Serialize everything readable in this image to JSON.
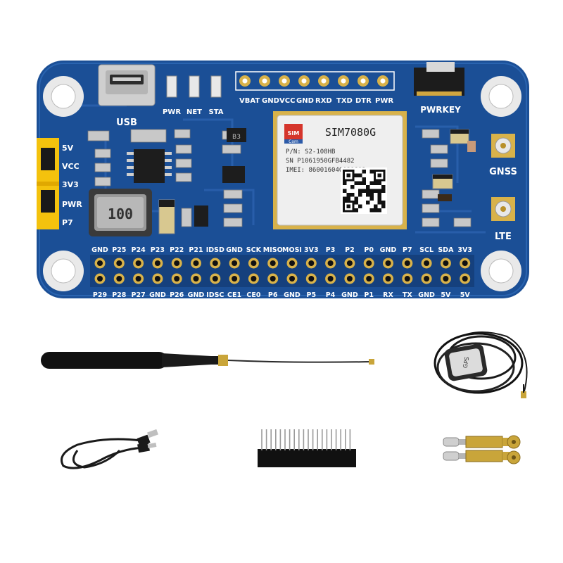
{
  "board": {
    "top_labels": {
      "usb": "USB",
      "pwr": "PWR",
      "net": "NET",
      "sta": "STA",
      "vbat": "VBAT",
      "gnd1": "GND",
      "vcc": "VCC",
      "gnd2": "GND",
      "rxd": "RXD",
      "txd": "TXD",
      "dtr": "DTR",
      "pwr2": "PWR",
      "pwrkey": "PWRKEY"
    },
    "jumper_labels": [
      "5V",
      "VCC",
      "3V3",
      "PWR",
      "P7"
    ],
    "module": {
      "brand_top": "SIM",
      "brand_bottom": "Com",
      "model": "SIM7080G",
      "pn": "P/N: S2-108HB",
      "sn": "SN P1061950GFB4482",
      "imei": "IMEI: 860016040031812"
    },
    "inductor_marking": "100",
    "chip_marking": "B3",
    "antenna_labels": {
      "gnss": "GNSS",
      "lte": "LTE"
    },
    "header_top_labels": [
      "GND",
      "P25",
      "P24",
      "P23",
      "P22",
      "P21",
      "IDSD",
      "GND",
      "SCK",
      "MISO",
      "MOSI",
      "3V3",
      "P3",
      "P2",
      "P0",
      "GND",
      "P7",
      "SCL",
      "SDA",
      "3V3"
    ],
    "header_bottom_labels": [
      "P29",
      "P28",
      "P27",
      "GND",
      "P26",
      "GND",
      "IDSC",
      "CE1",
      "CE0",
      "P6",
      "GND",
      "P5",
      "P4",
      "GND",
      "P1",
      "RX",
      "TX",
      "GND",
      "5V",
      "5V"
    ]
  },
  "accessories": {
    "gps_antenna_sticker": "GPS"
  },
  "colors": {
    "pcb": "#1b4f96",
    "pcb_dark": "#123a73",
    "jumper": "#f4c20d",
    "gold": "#d8b24a",
    "module": "#e8e8e8"
  }
}
